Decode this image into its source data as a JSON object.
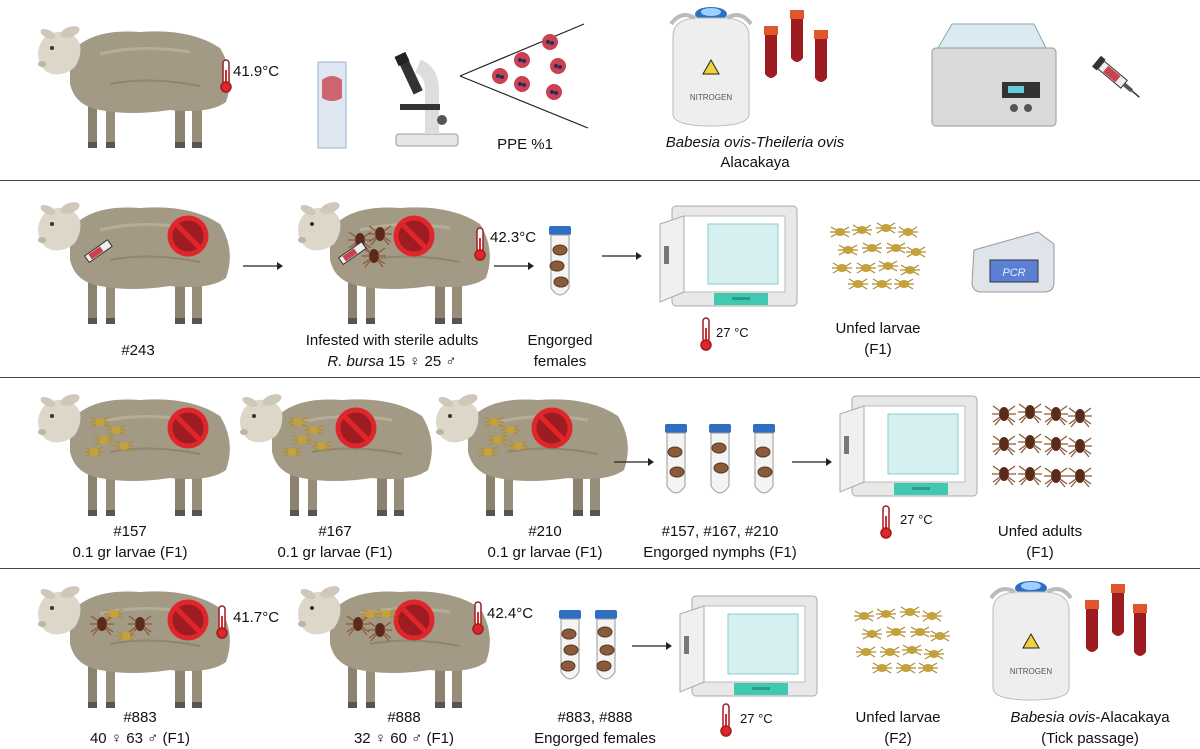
{
  "row1": {
    "temp": "41.9°C",
    "ppe": "PPE %1",
    "species_italic": "Babesia ovis-Theileria ovis",
    "species_place": "Alacakaya"
  },
  "row2": {
    "sheep_id": "#243",
    "temp": "42.3°C",
    "infest_line1": "Infested with sterile adults",
    "infest_species": "R. bursa",
    "infest_counts": " 15 ♀ 25 ♂",
    "engorged_line1": "Engorged",
    "engorged_line2": "females",
    "incubator_temp": "27 °C",
    "larvae_line1": "Unfed larvae",
    "larvae_line2": "(F1)",
    "pcr_text": "PCR"
  },
  "row3": {
    "sheep": [
      {
        "id": "#157",
        "dose": "0.1 gr larvae (F1)"
      },
      {
        "id": "#167",
        "dose": "0.1 gr larvae (F1)"
      },
      {
        "id": "#210",
        "dose": "0.1 gr larvae (F1)"
      }
    ],
    "nymphs_line1": "#157, #167, #210",
    "nymphs_line2": "Engorged nymphs (F1)",
    "incubator_temp": "27 °C",
    "adults_line1": "Unfed adults",
    "adults_line2": "(F1)"
  },
  "row4": {
    "sheep": [
      {
        "id": "#883",
        "counts": "40 ♀ 63 ♂ (F1)",
        "temp": "41.7°C"
      },
      {
        "id": "#888",
        "counts": "32 ♀ 60 ♂ (F1)",
        "temp": "42.4°C"
      }
    ],
    "engorged_line1": "#883, #888",
    "engorged_line2": "Engorged females",
    "incubator_temp": "27 °C",
    "larvae_line1": "Unfed larvae",
    "larvae_line2": "(F2)",
    "final_italic": "Babesia ovis",
    "final_rest": "-Alacakaya",
    "final_line2": "(Tick passage)"
  },
  "colors": {
    "sheep_body": "#a39a85",
    "sheep_head": "#d8d2c4",
    "forbidden": "#e0262b",
    "blood": "#9c1c22",
    "tube_cap": "#2e6fc4",
    "incubator_strip": "#40c9b0",
    "larva": "#c4a13a",
    "adult_tick": "#5a2b1a"
  }
}
